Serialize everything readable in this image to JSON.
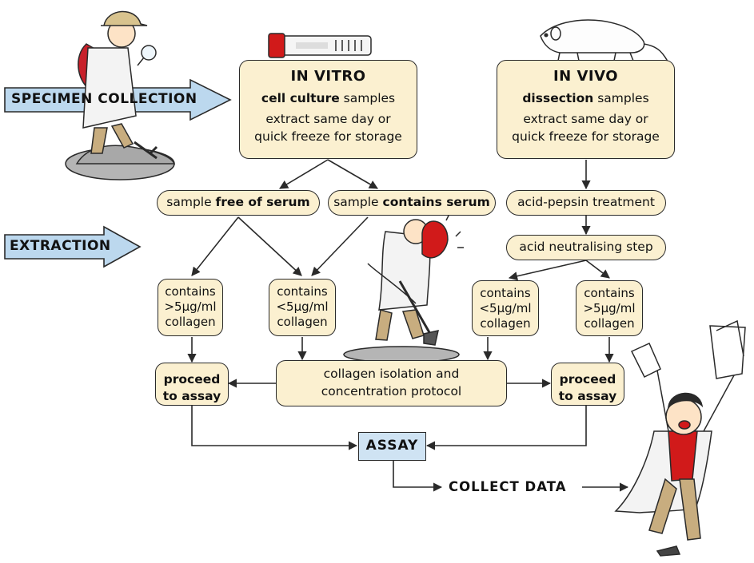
{
  "stages": {
    "specimen_collection": "SPECIMEN COLLECTION",
    "extraction": "EXTRACTION"
  },
  "in_vitro": {
    "title": "IN VITRO",
    "line1_bold": "cell culture",
    "line1_rest": " samples",
    "line2": "extract same day or",
    "line3": "quick freeze for storage"
  },
  "in_vivo": {
    "title": "IN VIVO",
    "line1_bold": "dissection",
    "line1_rest": " samples",
    "line2": "extract same day or",
    "line3": "quick freeze for storage"
  },
  "serum_free": {
    "prefix": "sample ",
    "bold": "free of serum"
  },
  "serum_contains": {
    "prefix": "sample ",
    "bold": "contains serum"
  },
  "acid_pepsin": "acid-pepsin treatment",
  "acid_neutralising": "acid neutralising step",
  "collagen_boxes": [
    {
      "l1": "contains",
      "l2": ">5µg/ml",
      "l3": "collagen"
    },
    {
      "l1": "contains",
      "l2": "<5µg/ml",
      "l3": "collagen"
    },
    {
      "l1": "contains",
      "l2": "<5µg/ml",
      "l3": "collagen"
    },
    {
      "l1": "contains",
      "l2": ">5µg/ml",
      "l3": "collagen"
    }
  ],
  "proceed_left": {
    "l1": "proceed",
    "l2": "to assay"
  },
  "proceed_right": {
    "l1": "proceed",
    "l2": "to assay"
  },
  "isolation": {
    "l1": "collagen isolation and",
    "l2": "concentration protocol"
  },
  "assay": "ASSAY",
  "collect_data": "COLLECT DATA",
  "colors": {
    "box_fill": "#fbf0d0",
    "stage_arrow_fill": "#bcd8ee",
    "assay_fill": "#cfe3f3",
    "line": "#2a2a2a",
    "scientist_coat": "#f3f3f3",
    "hard_hat": "#d11a1a",
    "shirt": "#d11a1a",
    "trousers": "#c8ad7f",
    "rock": "#b5b5b5"
  },
  "icons": [
    "explorer-scientist-icon",
    "test-tube-icon",
    "rat-icon",
    "digging-scientist-icon",
    "jumping-scientist-icon"
  ]
}
